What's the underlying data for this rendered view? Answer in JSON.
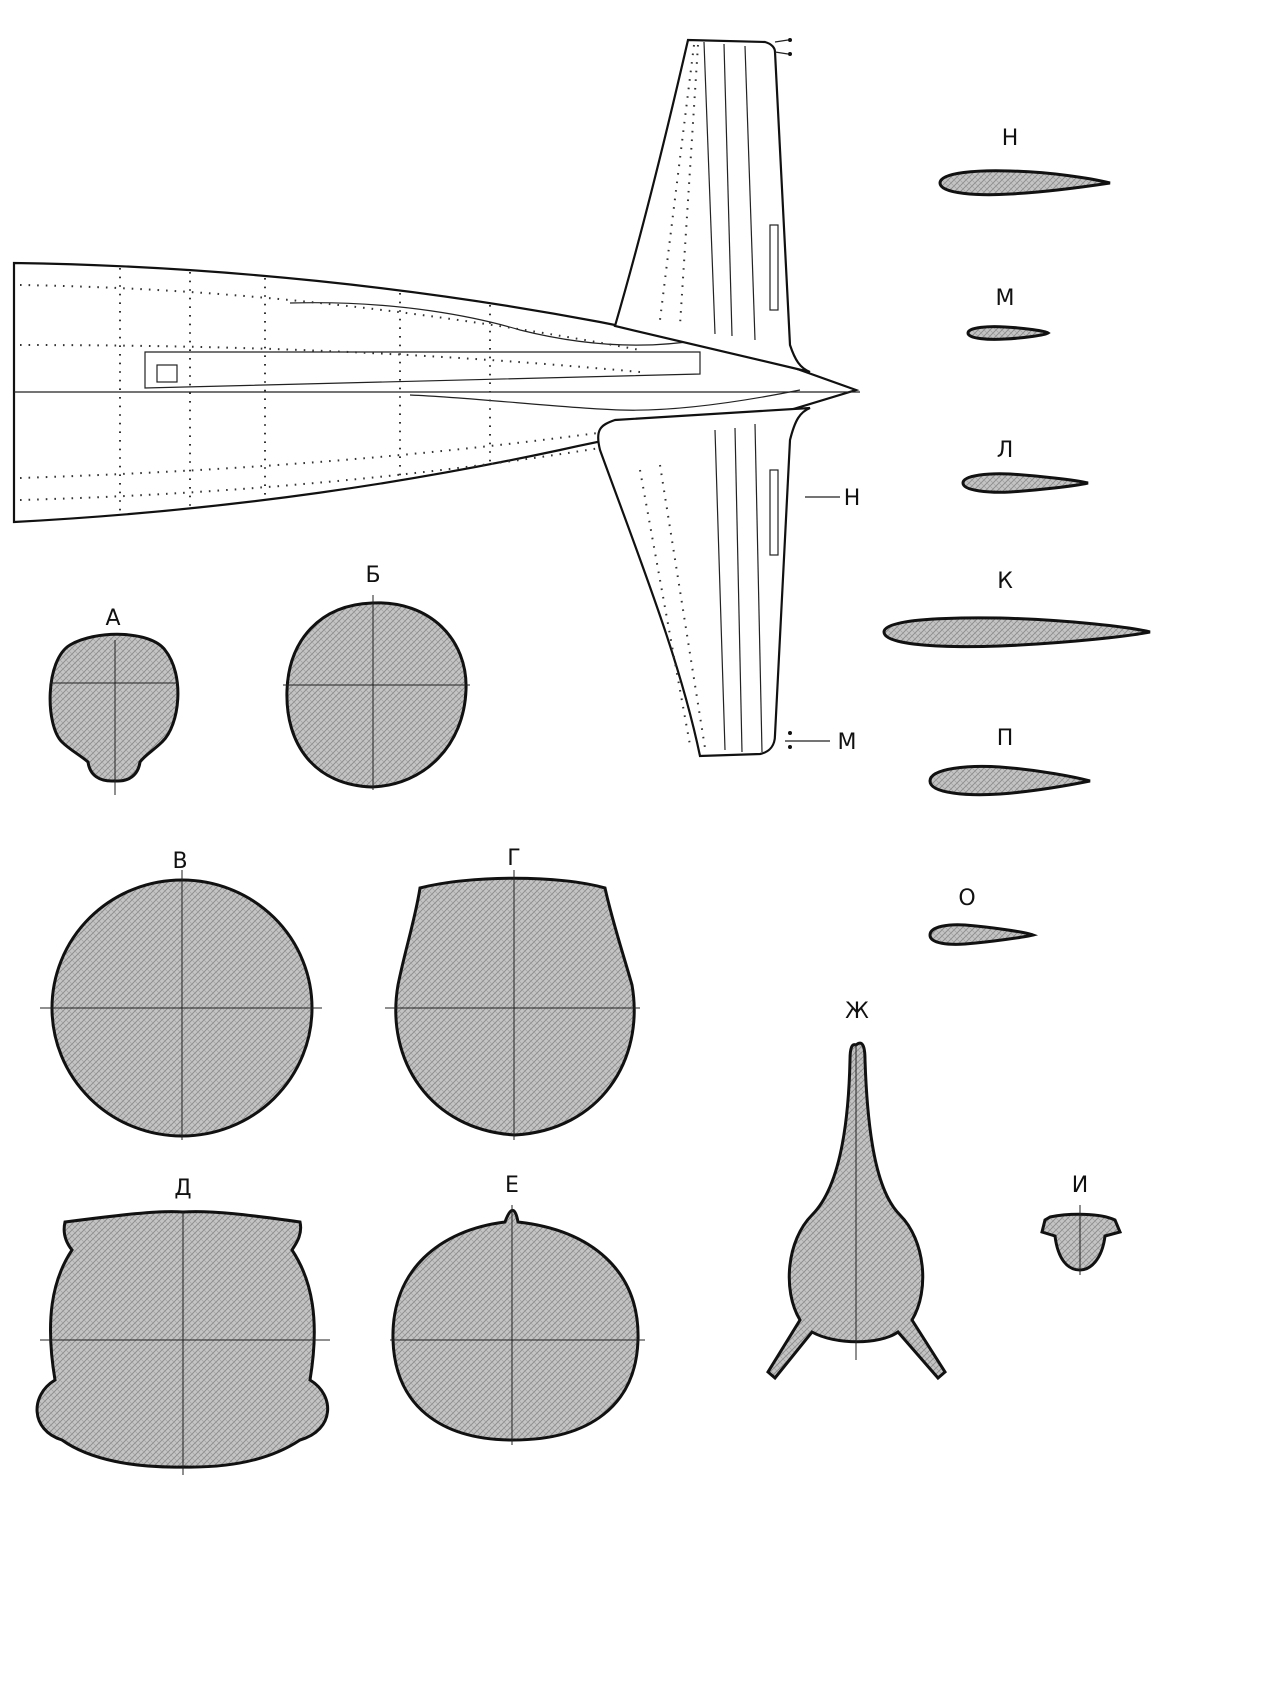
{
  "labels": {
    "wing_callout_upper": "Н",
    "wing_callout_lower": "М"
  },
  "sections": [
    {
      "id": "A",
      "label": "А"
    },
    {
      "id": "B",
      "label": "Б"
    },
    {
      "id": "V",
      "label": "В"
    },
    {
      "id": "G",
      "label": "Г"
    },
    {
      "id": "D",
      "label": "Д"
    },
    {
      "id": "E",
      "label": "Е"
    },
    {
      "id": "ZH",
      "label": "Ж"
    },
    {
      "id": "I",
      "label": "И"
    }
  ],
  "airfoils": [
    {
      "id": "N",
      "label": "Н"
    },
    {
      "id": "M",
      "label": "М"
    },
    {
      "id": "L",
      "label": "Л"
    },
    {
      "id": "K",
      "label": "К"
    },
    {
      "id": "P",
      "label": "П"
    },
    {
      "id": "O",
      "label": "О"
    }
  ],
  "colors": {
    "line": "#111111",
    "section_fill": "#bdbdbd",
    "background": "#ffffff"
  }
}
